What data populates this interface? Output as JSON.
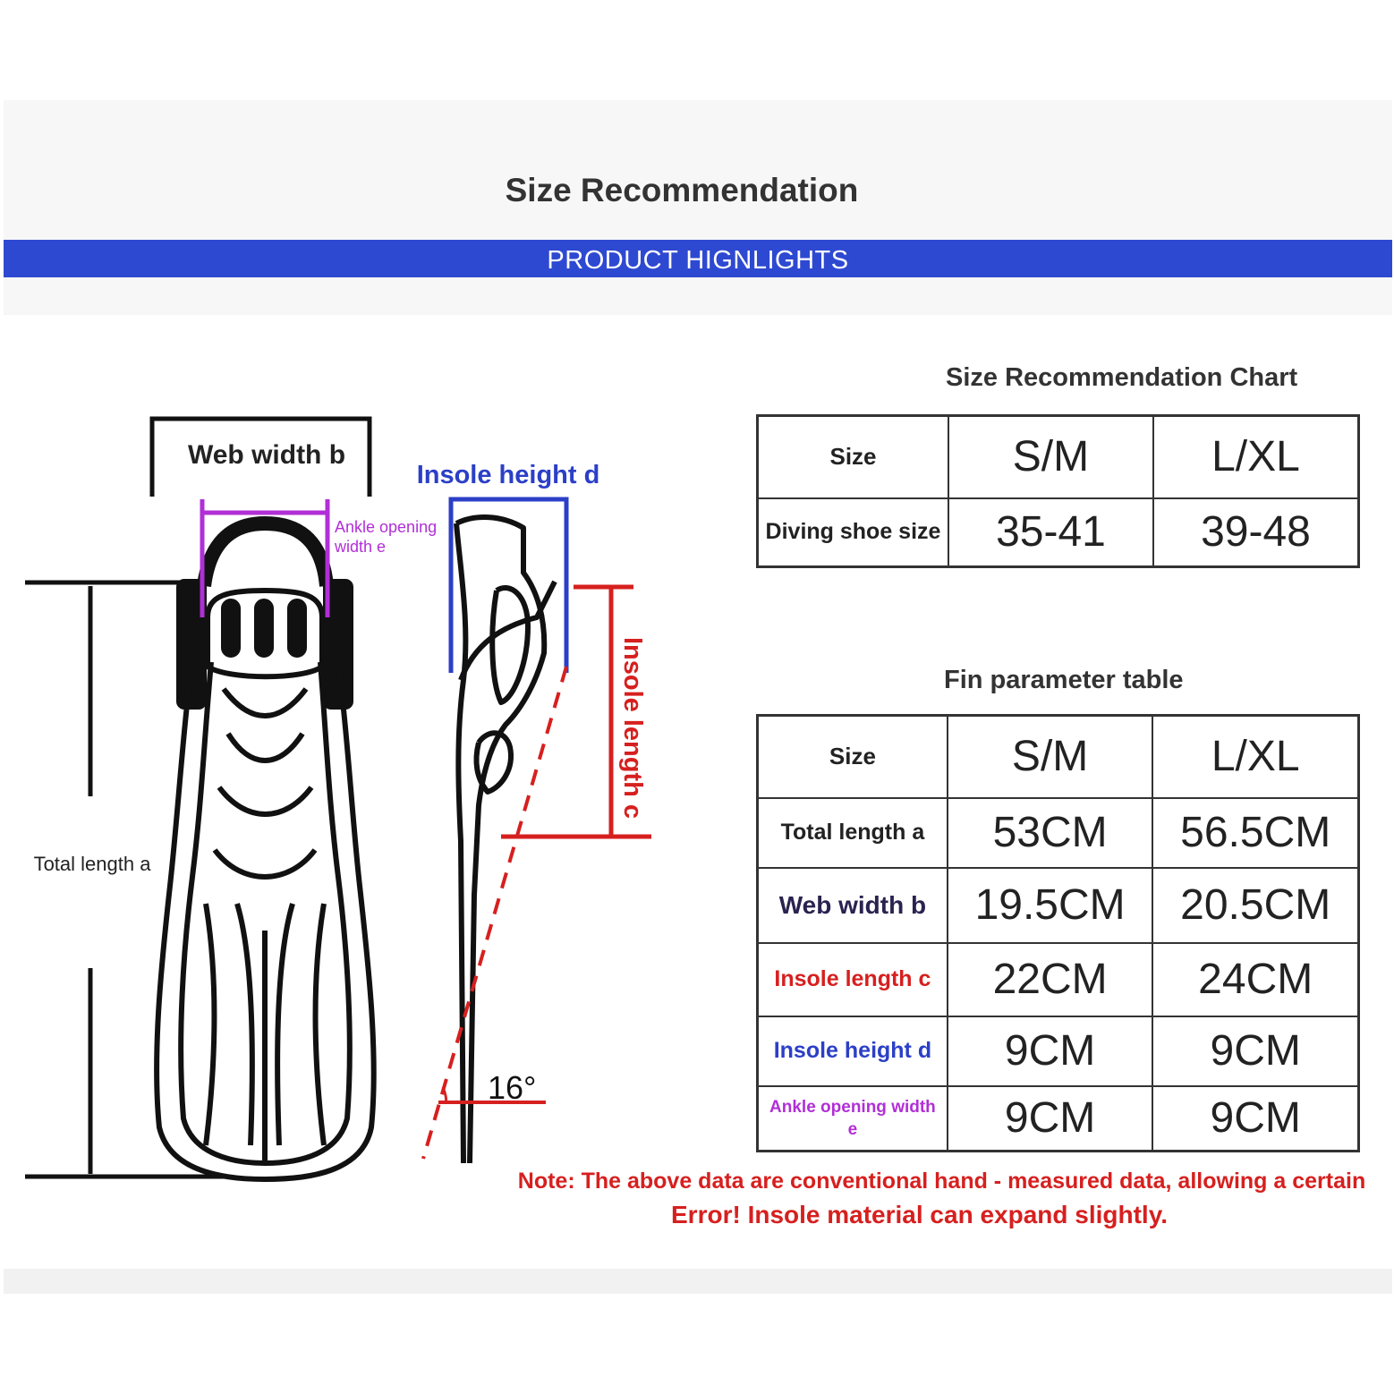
{
  "header": {
    "title": "Size Recommendation",
    "banner": "PRODUCT  HIGNLIGHTS"
  },
  "diagram": {
    "web_width_label": "Web width b",
    "insole_height_label": "Insole height d",
    "ankle_opening_label_line1": "Ankle opening",
    "ankle_opening_label_line2": "width e",
    "insole_length_label": "Insole length c",
    "total_length_label": "Total length a",
    "angle_label": "16°",
    "colors": {
      "ankle": "#b12fd6",
      "insole_height": "#2b3fc7",
      "insole_length": "#d6201f",
      "outline": "#111111"
    }
  },
  "size_chart": {
    "title": "Size Recommendation Chart",
    "header": [
      "Size",
      "S/M",
      "L/XL"
    ],
    "rows": [
      [
        "Diving shoe size",
        "35-41",
        "39-48"
      ]
    ]
  },
  "fin_table": {
    "title": "Fin parameter table",
    "header": [
      "Size",
      "S/M",
      "L/XL"
    ],
    "rows": [
      {
        "label": "Total length a",
        "sm": "53CM",
        "lxl": "56.5CM",
        "color": "#222222"
      },
      {
        "label": "Web width b",
        "sm": "19.5CM",
        "lxl": "20.5CM",
        "color": "#2a2350"
      },
      {
        "label": "Insole length c",
        "sm": "22CM",
        "lxl": "24CM",
        "color": "#d6201f"
      },
      {
        "label": "Insole height d",
        "sm": "9CM",
        "lxl": "9CM",
        "color": "#2b3fc7"
      },
      {
        "label_line1": "Ankle opening width",
        "label_line2": "e",
        "sm": "9CM",
        "lxl": "9CM",
        "color": "#b12fd6"
      }
    ]
  },
  "note": {
    "line1": "Note: The above data are conventional hand - measured data, allowing a certain",
    "line2": "Error! Insole material can expand slightly."
  }
}
